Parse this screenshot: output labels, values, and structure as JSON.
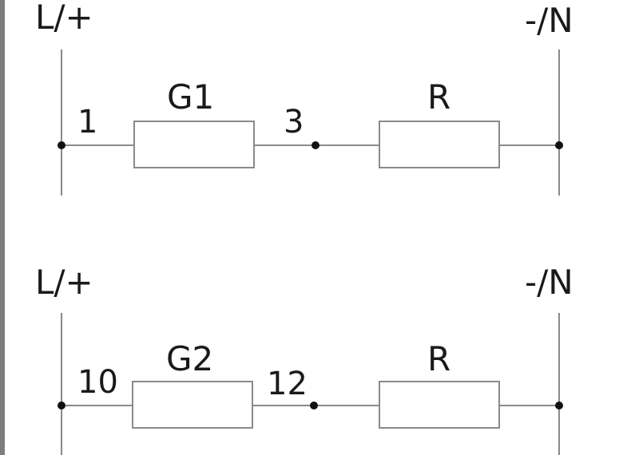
{
  "circuits": [
    {
      "left_rail_label": "L/+",
      "right_rail_label": "-/N",
      "component_name": "G1",
      "resistor_name": "R",
      "terminal_in": "1",
      "terminal_out": "3"
    },
    {
      "left_rail_label": "L/+",
      "right_rail_label": "-/N",
      "component_name": "G2",
      "resistor_name": "R",
      "terminal_in": "10",
      "terminal_out": "12"
    }
  ],
  "colors": {
    "border": "#7d7d7d",
    "wire": "#8a8a8a",
    "text": "#1a1a1a",
    "node": "#111111"
  }
}
